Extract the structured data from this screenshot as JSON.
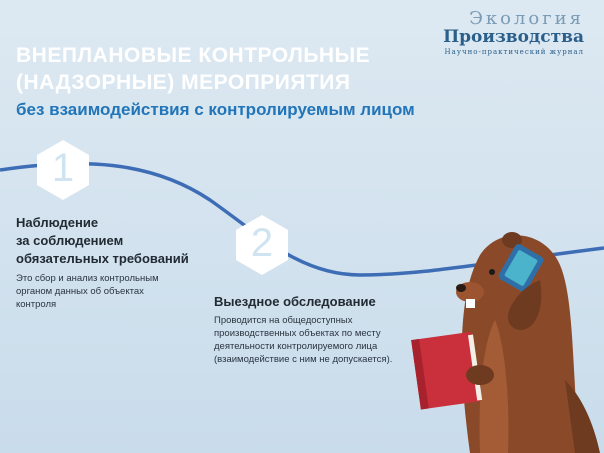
{
  "logo": {
    "line1": "Экология",
    "line2": "Производства",
    "line3": "Научно-практический журнал"
  },
  "header": {
    "title_line1": "Внеплановые контрольные",
    "title_line2": "(надзорные) мероприятия",
    "subtitle": "без взаимодействия с контролируемым лицом"
  },
  "steps": [
    {
      "number": "1",
      "heading_lines": [
        "Наблюдение",
        "за соблюдением",
        "обязательных требований"
      ],
      "desc_lines": [
        "Это сбор и анализ контрольным",
        "органом данных об объектах",
        "контроля"
      ]
    },
    {
      "number": "2",
      "heading_lines": [
        "Выездное обследование"
      ],
      "desc_lines": [
        "Проводится на общедоступных",
        "производственных объектах по месту",
        "деятельности контролируемого лица",
        "(взаимодействие с ним не допускается)."
      ]
    }
  ],
  "colors": {
    "accent_blue": "#2175b8",
    "curve_blue": "#3d6db5",
    "book_red": "#c9303b",
    "beaver_brown": "#8a4a2a"
  },
  "illustration": "beaver-with-phone-and-book"
}
